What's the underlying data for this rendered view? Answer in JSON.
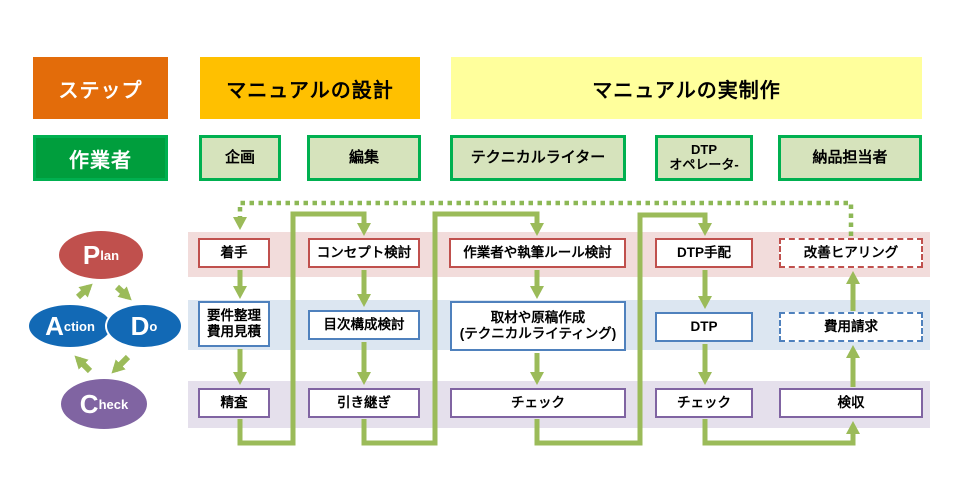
{
  "header": {
    "step_label": "ステップ",
    "design_phase": "マニュアルの設計",
    "production_phase": "マニュアルの実制作",
    "worker_row_label": "作業者"
  },
  "workers": {
    "planning": "企画",
    "editing": "編集",
    "technical_writer": "テクニカルライター",
    "dtp_operator": "DTP\nオペレータ-",
    "delivery": "納品担当者"
  },
  "pdca": {
    "plan": {
      "initial": "P",
      "rest": "lan"
    },
    "action": {
      "initial": "A",
      "rest": "ction"
    },
    "do": {
      "initial": "D",
      "rest": "o"
    },
    "check": {
      "initial": "C",
      "rest": "heck"
    }
  },
  "steps": {
    "planning": {
      "plan": "着手",
      "do": "要件整理\n費用見積",
      "check": "精査"
    },
    "editing": {
      "plan": "コンセプト検討",
      "do": "目次構成検討",
      "check": "引き継ぎ"
    },
    "technical_writer": {
      "plan": "作業者や執筆ルール検討",
      "do": "取材や原稿作成\n(テクニカルライティング)",
      "check": "チェック"
    },
    "dtp_operator": {
      "plan": "DTP手配",
      "do": "DTP",
      "check": "チェック"
    },
    "delivery": {
      "plan": "改善ヒアリング",
      "do": "費用請求",
      "check": "検収"
    }
  },
  "colors": {
    "step_header": "#E36C0A",
    "design_header": "#FFC000",
    "production_header": "#FFFF9C",
    "worker_header_fill": "#009E3D",
    "worker_border": "#00B050",
    "worker_fill": "#D6E3BC",
    "plan_accent": "#C0504D",
    "do_accent": "#4F81BD",
    "check_accent": "#8064A2",
    "plan_band": "#F2DCDB",
    "do_band": "#DCE6F1",
    "check_band": "#E5E0EC",
    "arrow_green": "#9BBB59",
    "pdca_blue": "#1269B5",
    "pdca_red": "#C0504D",
    "pdca_purple": "#8064A2"
  }
}
